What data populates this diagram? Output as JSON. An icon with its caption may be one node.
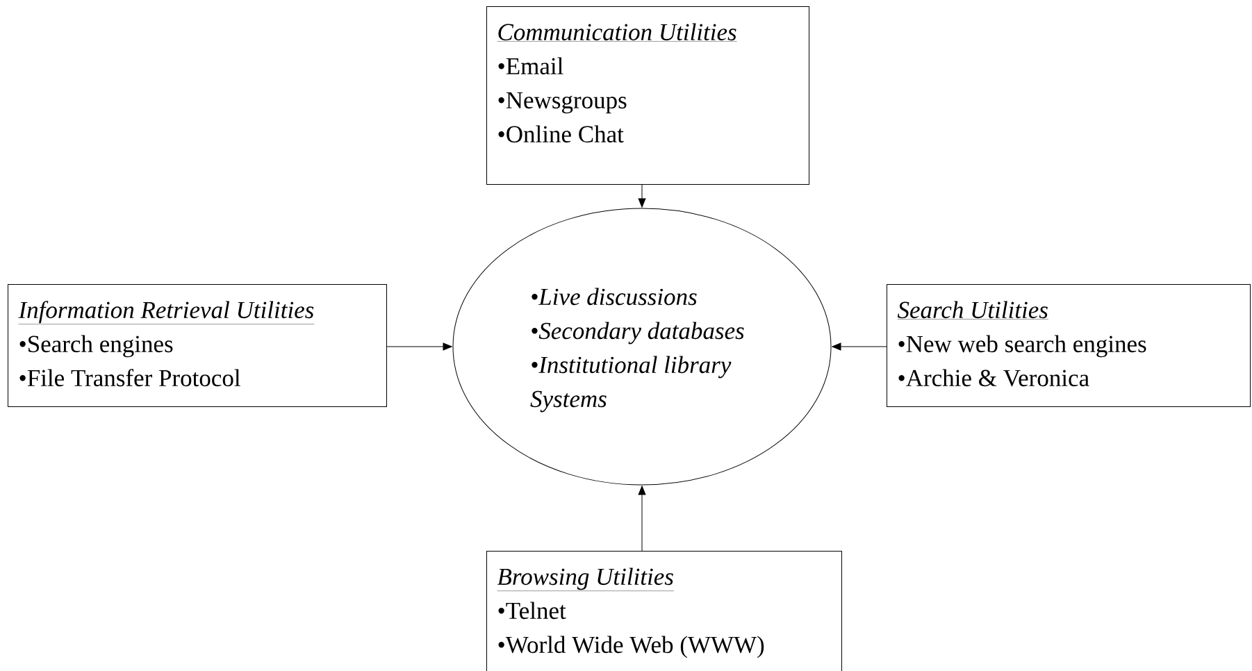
{
  "diagram": {
    "nodes": [
      {
        "text": [
          "Communication Utilities",
          "•Email",
          "•Newsgroups",
          "•Online Chat"
        ]
      },
      {
        "text": [
          "Information Retrieval Utilities",
          "•Search engines",
          "•File Transfer Protocol"
        ]
      },
      {
        "text": [
          "•Live discussions",
          "•Secondary databases",
          "•Institutional library Systems"
        ]
      },
      {
        "text": [
          "Search Utilities",
          "•New web search engines",
          "•Archie & Veronica"
        ]
      },
      {
        "text": [
          "Browsing Utilities",
          "•Telnet",
          "•World Wide Web (WWW)"
        ]
      }
    ],
    "edges": [
      {
        "from": 0,
        "to": 2,
        "arrow": "to"
      },
      {
        "from": 1,
        "to": 2,
        "arrow": "to"
      },
      {
        "from": 3,
        "to": 2,
        "arrow": "to"
      },
      {
        "from": 4,
        "to": 2,
        "arrow": "to"
      }
    ]
  }
}
